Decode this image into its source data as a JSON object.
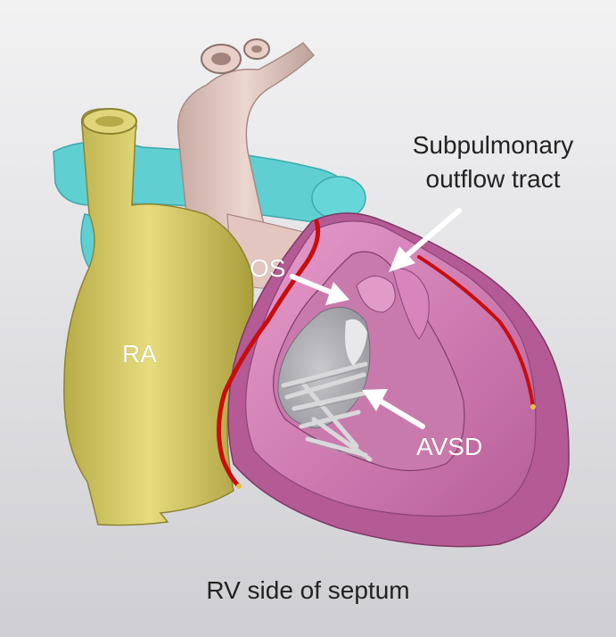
{
  "labels": {
    "subpulmonary_line1": "Subpulmonary",
    "subpulmonary_line2": "outflow tract",
    "os": "OS",
    "ra": "RA",
    "avsd": "AVSD"
  },
  "caption": "RV side of septum",
  "colors": {
    "atrium": "#e2d878",
    "aorta": "#e8cfc8",
    "vessels": "#5fcfd2",
    "ventricle": "#d77cb4",
    "ventricle_cut": "#e08cc2",
    "inner": "#b9b9bd",
    "conduction": "#c90d0d",
    "arrows": "#ffffff"
  }
}
